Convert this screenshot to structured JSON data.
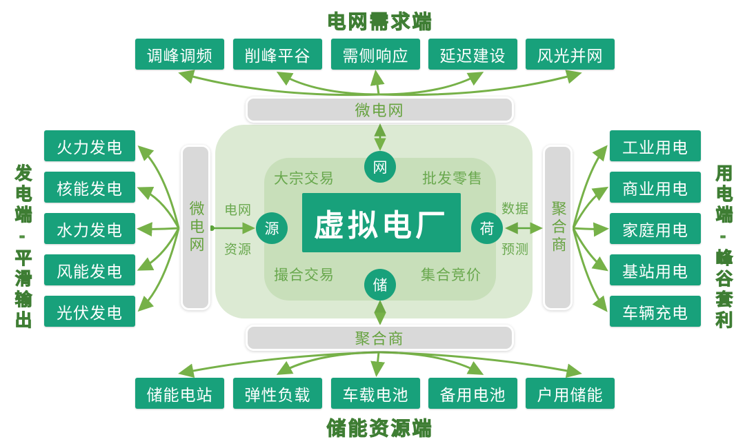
{
  "diagram_title": "虚拟电厂",
  "colors": {
    "background": "#ffffff",
    "node_box": "#18A17B",
    "gray_bar": "#D9D9D9",
    "outer_region": "#DCEAD3",
    "inner_region": "#C8DFBA",
    "green_text": "#69A84E",
    "zone_title_green": "#4E9340",
    "arrow_green": "#76B148"
  },
  "zones": {
    "top": "电网需求端",
    "bottom": "储能资源端",
    "left": "发电端-平滑输出",
    "right": "用电端-峰谷套利"
  },
  "bars": {
    "top": "微电网",
    "left": "微电网",
    "right": "聚合商",
    "bottom": "聚合商"
  },
  "top_boxes": [
    "调峰调频",
    "削峰平谷",
    "需侧响应",
    "延迟建设",
    "风光并网"
  ],
  "left_boxes": [
    "火力发电",
    "核能发电",
    "水力发电",
    "风能发电",
    "光伏发电"
  ],
  "right_boxes": [
    "工业用电",
    "商业用电",
    "家庭用电",
    "基站用电",
    "车辆充电"
  ],
  "bottom_boxes": [
    "储能电站",
    "弹性负载",
    "车载电池",
    "备用电池",
    "户用储能"
  ],
  "center": {
    "title": "虚拟电厂",
    "nodes": {
      "top": "网",
      "left": "源",
      "right": "荷",
      "bottom": "储"
    },
    "corner_labels": {
      "top_left": "大宗交易",
      "top_right": "批发零售",
      "bottom_left": "撮合交易",
      "bottom_right": "集合竞价"
    },
    "side_labels": {
      "left_top": "电网",
      "left_bottom": "资源",
      "right_top": "数据",
      "right_bottom": "预测"
    }
  }
}
